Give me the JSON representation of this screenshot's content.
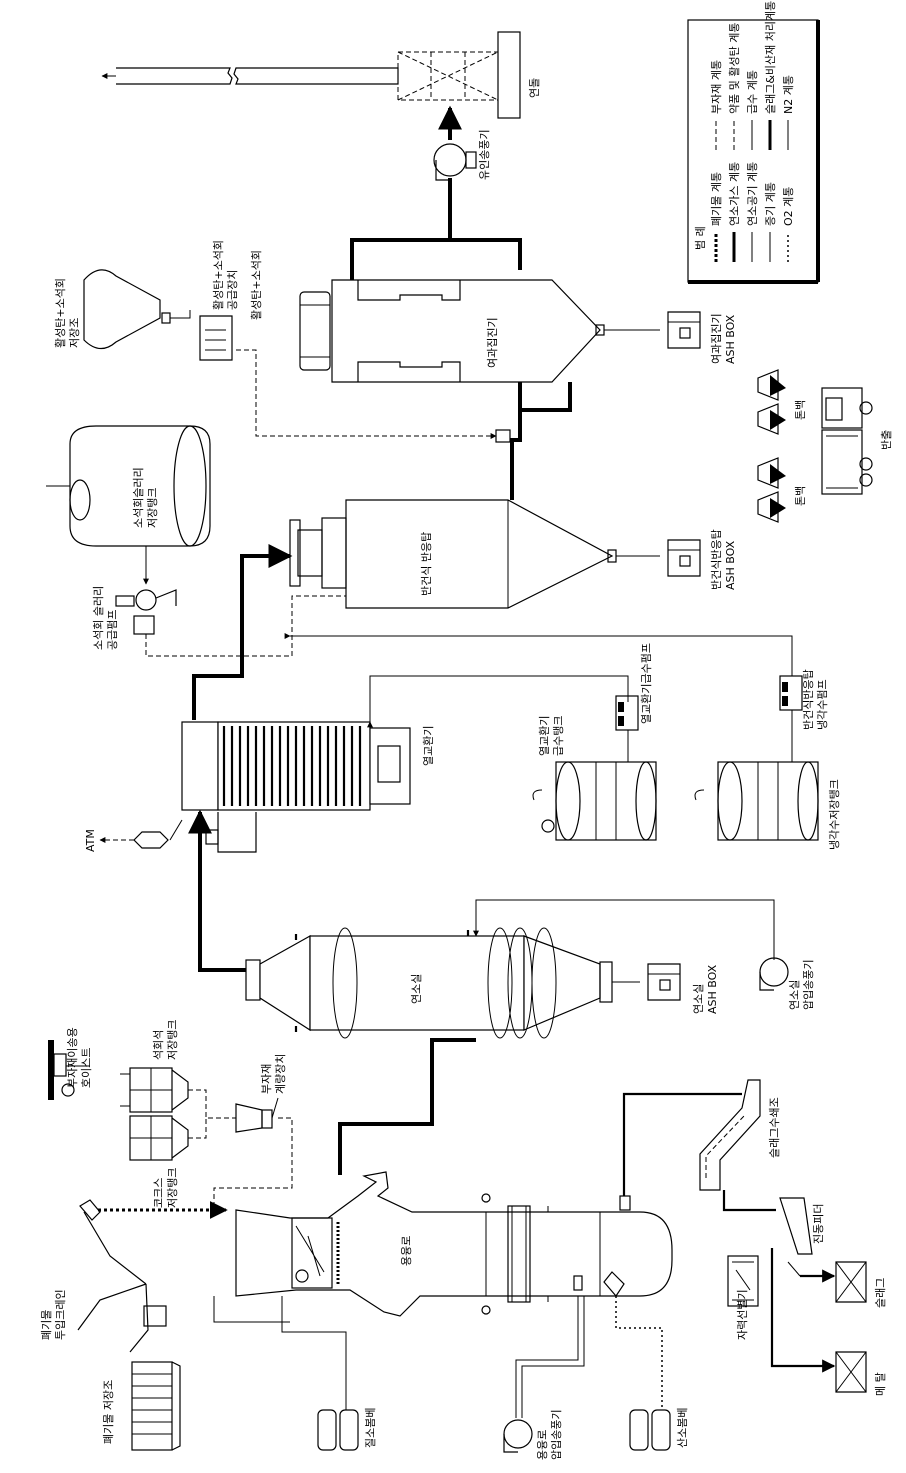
{
  "labels": {
    "stack": "연돌",
    "induced_fan": "유인송풍기",
    "bag_filter": "여과집진기",
    "bag_filter_ash": "여과집진기\nASH BOX",
    "activated_carbon_silo": "활성탄+소석회\n저장조",
    "activated_carbon_feeder": "활성탄+소석회\n공급장치",
    "lime_slurry_tank": "소석회슬러리\n저장탱크",
    "lime_slurry_pump": "소석회 슬러리\n공급펌프",
    "semi_dry_reactor": "반건식 반응탑",
    "semi_dry_ash": "반건식반응탑\nASH BOX",
    "ton_bag_1": "톤백",
    "ton_bag_2": "톤백",
    "truck": "반출",
    "heat_exchanger": "열교환기",
    "atm": "ATM",
    "hx_feed_tank": "열교환기\n급수탱크",
    "hx_feed_pump": "열교환기급수펌프",
    "cooling_pump": "반건식반응탑\n냉각수펌프",
    "cooling_tank": "냉각수저장탱크",
    "combustion_chamber": "연소실",
    "combustion_ash": "연소실\nASH BOX",
    "combustion_fan": "연소실\n압입송풍기",
    "hoist": "부자재이송용\n호이스트",
    "limestone_tank": "석회석\n저장탱크",
    "coke_tank": "코크스\n저장탱크",
    "weigher": "부자재\n계량장치",
    "waste_crane": "폐기물\n투입크레인",
    "waste_storage": "폐기물 저장조",
    "melting_furnace": "용융로",
    "slag_water_tank": "슬래그수쇄조",
    "vibrating_feeder": "진동피더",
    "magnetic_separator": "자력선별기",
    "slag": "슬래그",
    "metal": "메 탈",
    "nitrogen_cylinder": "질소봄베",
    "melting_fan": "용융로\n압입송풍기",
    "oxygen_cylinder": "산소봄베"
  },
  "legend": {
    "title": "범 례",
    "items": [
      {
        "label": "폐기물 계통",
        "line": "dotted-bold"
      },
      {
        "label": "연소가스 계통",
        "line": "bold"
      },
      {
        "label": "연소공기 계통",
        "line": "hollow"
      },
      {
        "label": "증기 계통",
        "line": "thin"
      },
      {
        "label": "O2 계통",
        "line": "thin-dot"
      },
      {
        "label": "부자재 계통",
        "line": "dash"
      },
      {
        "label": "약품 및 활성탄 계통",
        "line": "dash-dot"
      },
      {
        "label": "급수 계통",
        "line": "thin-arrow"
      },
      {
        "label": "슬래그&비산재 처리계통",
        "line": "double"
      },
      {
        "label": "N2 계통",
        "line": "thin-open"
      }
    ]
  }
}
